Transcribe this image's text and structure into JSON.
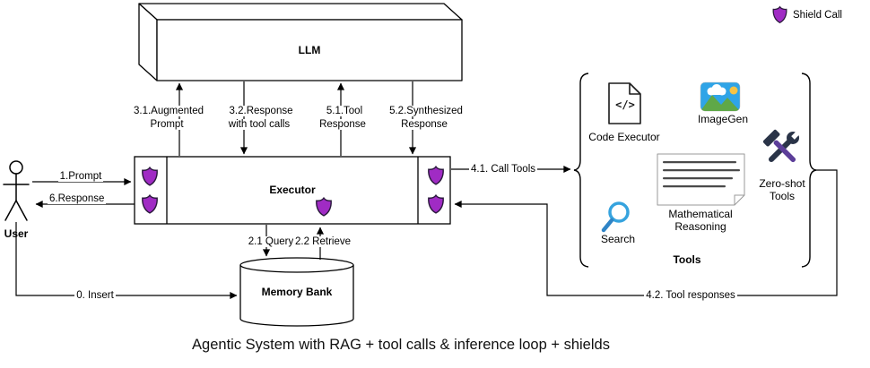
{
  "title": "Agentic System with RAG + tool calls & inference loop + shields",
  "legend": {
    "shield_label": "Shield Call"
  },
  "nodes": {
    "llm": "LLM",
    "executor": "Executor",
    "user": "User",
    "memory_bank": "Memory Bank"
  },
  "tools": {
    "group_label": "Tools",
    "code_executor": "Code Executor",
    "code_glyph": "</>",
    "imagegen": "ImageGen",
    "search": "Search",
    "math_reasoning": "Mathematical Reasoning",
    "zero_shot": "Zero-shot Tools"
  },
  "edges": {
    "prompt": "1.Prompt",
    "response": "6.Response",
    "insert": "0. Insert",
    "augmented_prompt": "3.1.Augmented Prompt",
    "response_with_tool_calls": "3.2.Response with tool calls",
    "tool_response": "5.1.Tool Response",
    "synthesized_response": "5.2.Synthesized Response",
    "query": "2.1 Query",
    "retrieve": "2.2 Retrieve",
    "call_tools": "4.1. Call Tools",
    "tool_responses": "4.2. Tool responses"
  },
  "colors": {
    "shield_fill": "#A02BC4",
    "shield_stroke": "#2B1A3D",
    "search_blue": "#36A3DE",
    "search_handle": "#2F84C6",
    "image_sky": "#2FA4E7",
    "image_hill": "#5FA848",
    "image_sun": "#F6C344",
    "tool_dark": "#2A3448",
    "tool_purple": "#5C3E99",
    "line": "#000000"
  }
}
